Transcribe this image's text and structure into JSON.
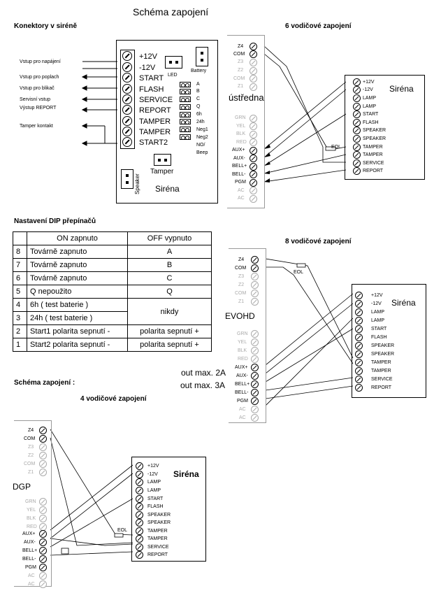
{
  "title": "Schéma zapojení",
  "connectors": {
    "heading": "Konektory v siréně",
    "left_labels": [
      "Vstup pro napájení",
      "Vstup pro poplach",
      "Vstup pro blikač",
      "Servisní vstup",
      "Výstup REPORT",
      "Tamper kontakt"
    ],
    "terminals": [
      "+12V",
      "-12V",
      "START",
      "FLASH",
      "SERVICE",
      "REPORT",
      "TAMPER",
      "TAMPER",
      "START2"
    ],
    "jumpers": [
      "A",
      "B",
      "C",
      "Q",
      "6h",
      "24h",
      "Neg1",
      "Neg2",
      "NO/",
      "Beep"
    ],
    "led": "LED",
    "battery": "Battery",
    "tamper": "Tamper",
    "speaker": "Speaker",
    "siren": "Siréna"
  },
  "panel_terminals": [
    "Z4",
    "COM",
    "Z3",
    "Z2",
    "COM",
    "Z1"
  ],
  "panel_terminals2": [
    "GRN",
    "YEL",
    "BLK",
    "RED",
    "AUX+",
    "AUX-",
    "BELL+",
    "BELL-",
    "PGM",
    "AC",
    "AC"
  ],
  "siren_terminals": [
    "+12V",
    "-12V",
    "LAMP",
    "LAMP",
    "START",
    "FLASH",
    "SPEAKER",
    "SPEAKER",
    "TAMPER",
    "TAMPER",
    "SERVICE",
    "REPORT"
  ],
  "eol": "EOL",
  "six_wire": {
    "heading": "6 vodičové zapojení",
    "panel": "ústředna",
    "siren": "Siréna"
  },
  "eight_wire": {
    "heading": "8 vodičové zapojení",
    "panel": "EVOHD",
    "siren": "Siréna",
    "out1": "out max. 2A",
    "out2": "out max. 3A"
  },
  "four_wire": {
    "heading": "4 vodičové zapojení",
    "panel": "DGP",
    "siren": "Siréna",
    "schema": "Schéma zapojení :"
  },
  "dip": {
    "heading": "Nastavení DIP přepínačů",
    "col_on": "ON zapnuto",
    "col_off": "OFF vypnuto",
    "rows": [
      {
        "n": "8",
        "on": "Továrně zapnuto",
        "off": "A"
      },
      {
        "n": "7",
        "on": "Továrně zapnuto",
        "off": "B"
      },
      {
        "n": "6",
        "on": "Továrně zapnuto",
        "off": "C"
      },
      {
        "n": "5",
        "on": "Q nepoužito",
        "off": "Q"
      },
      {
        "n": "4",
        "on": "6h ( test baterie )"
      },
      {
        "n": "3",
        "on": "24h ( test baterie )"
      },
      {
        "n": "2",
        "on": "Start1 polarita sepnutí -",
        "off": "polarita sepnutí +"
      },
      {
        "n": "1",
        "on": "Start2 polarita sepnutí -",
        "off": "polarita sepnutí +"
      }
    ],
    "never": "nikdy"
  }
}
